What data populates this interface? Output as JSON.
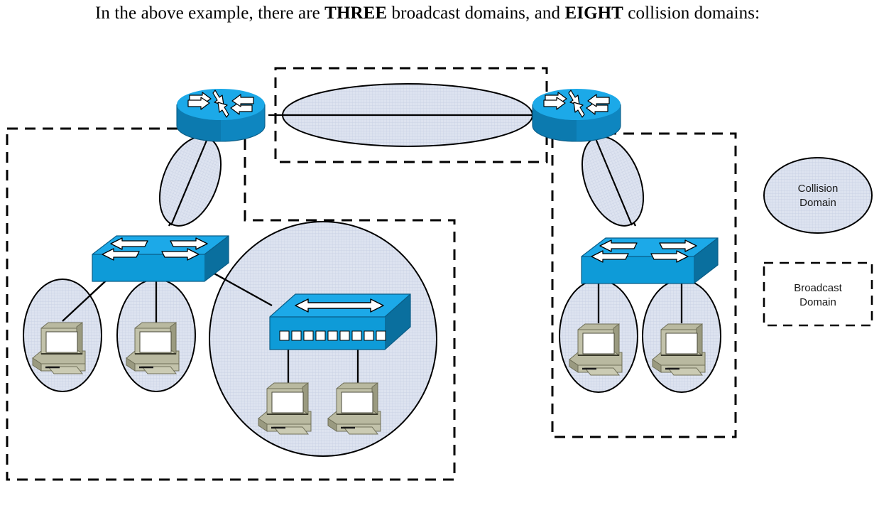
{
  "caption": {
    "part1": "In the above example, there are ",
    "bold1": "THREE",
    "part2": " broadcast domains, and ",
    "bold2": "EIGHT",
    "part3": " collision domains:"
  },
  "legend": {
    "collision_line1": "Collision",
    "collision_line2": "Domain",
    "broadcast_line1": "Broadcast",
    "broadcast_line2": "Domain"
  },
  "colors": {
    "device_top": "#1ca9e8",
    "device_front": "#0e86c0",
    "device_side": "#0b6d9c",
    "domain_fill": "#dde3f0",
    "domain_stroke": "#000000",
    "pc_body": "#b0b094",
    "pc_screen": "#ffffff",
    "pc_shadow": "#7d7d64",
    "line": "#000000"
  },
  "devices": {
    "router_left": {
      "name": "Router",
      "type": "router"
    },
    "router_right": {
      "name": "Router",
      "type": "router"
    },
    "switch_left": {
      "name": "Switch",
      "type": "switch"
    },
    "switch_right": {
      "name": "Switch",
      "type": "switch"
    },
    "hub": {
      "name": "Hub",
      "type": "hub",
      "ports": 9
    },
    "pcs": [
      {
        "name": "PC",
        "group": "switch-left"
      },
      {
        "name": "PC",
        "group": "switch-left"
      },
      {
        "name": "PC",
        "group": "hub"
      },
      {
        "name": "PC",
        "group": "hub"
      },
      {
        "name": "PC",
        "group": "switch-right"
      },
      {
        "name": "PC",
        "group": "switch-right"
      }
    ]
  },
  "domains": {
    "broadcast_count": 3,
    "collision_count": 8,
    "broadcast": [
      {
        "id": "wan-broadcast",
        "label": "WAN link broadcast domain"
      },
      {
        "id": "left-broadcast",
        "label": "Left LAN broadcast domain"
      },
      {
        "id": "right-broadcast",
        "label": "Right LAN broadcast domain"
      }
    ],
    "collision": [
      {
        "id": "wan-collision",
        "label": "Router to router serial link"
      },
      {
        "id": "left-uplink-collision",
        "label": "Left router to switch link"
      },
      {
        "id": "left-pc1-collision",
        "label": "Switch port to PC 1"
      },
      {
        "id": "left-pc2-collision",
        "label": "Switch port to PC 2"
      },
      {
        "id": "hub-collision",
        "label": "Hub segment with two PCs"
      },
      {
        "id": "right-uplink-collision",
        "label": "Right router to switch link"
      },
      {
        "id": "right-pc1-collision",
        "label": "Switch port to PC 5"
      },
      {
        "id": "right-pc2-collision",
        "label": "Switch port to PC 6"
      }
    ]
  }
}
